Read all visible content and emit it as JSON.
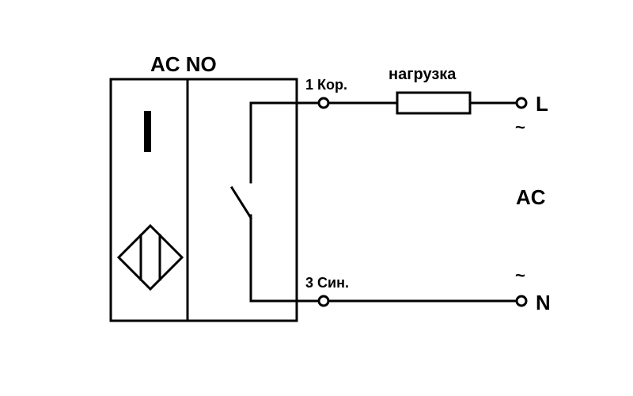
{
  "title": "AC NO",
  "terminals": {
    "pin1_label": "1 Кор.",
    "pin3_label": "3 Син.",
    "line_label": "L",
    "neutral_label": "N"
  },
  "load": {
    "label": "нагрузка"
  },
  "supply": {
    "label": "AC",
    "tilde_top": "~",
    "tilde_bottom": "~"
  },
  "colors": {
    "line": "#000000",
    "background": "#ffffff"
  }
}
